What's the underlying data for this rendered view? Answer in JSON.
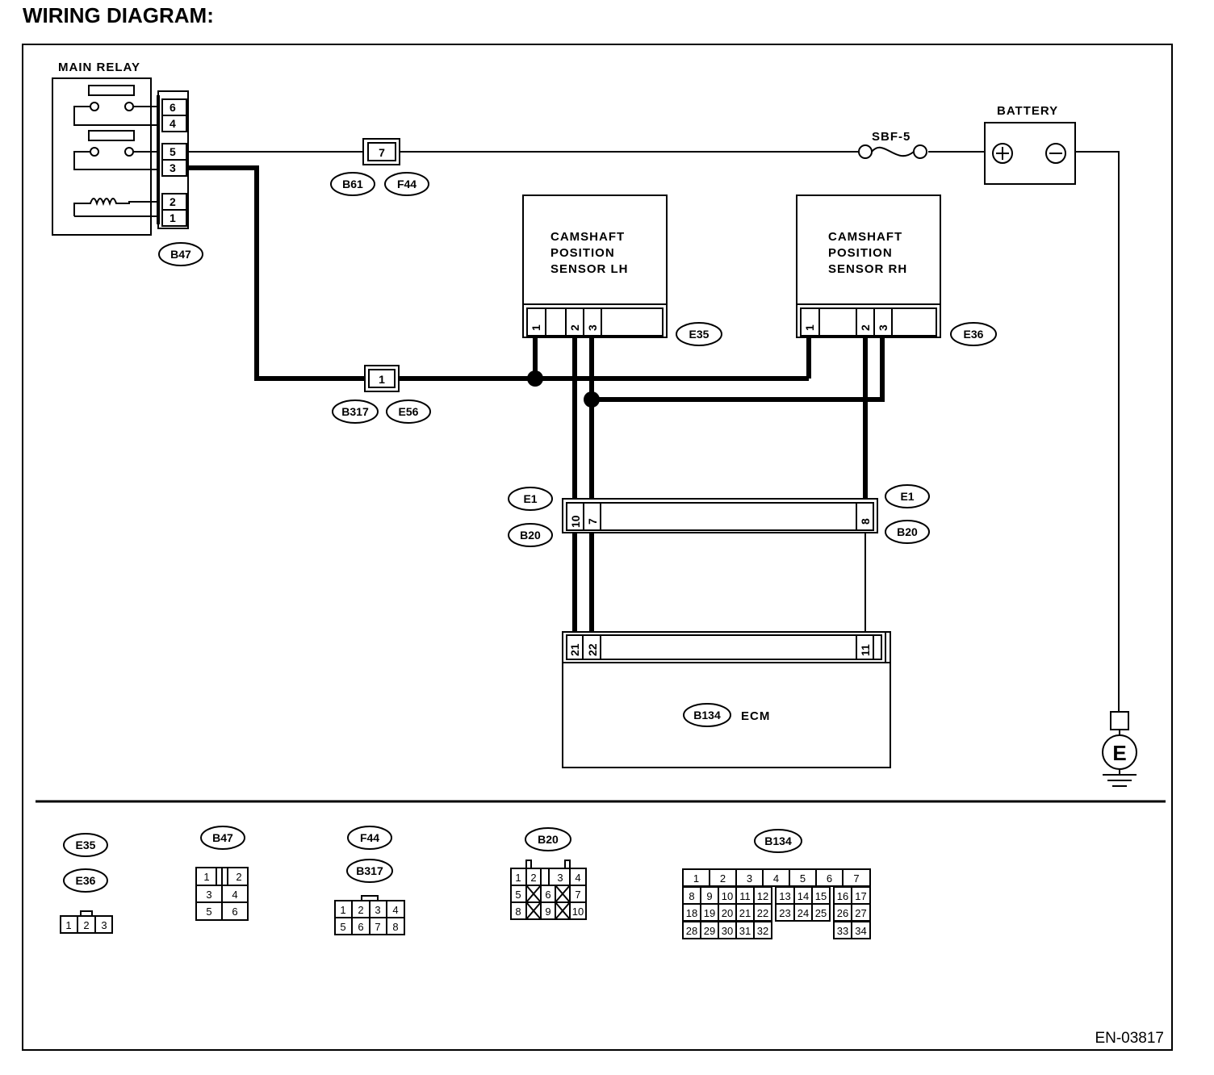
{
  "header": {
    "title": "WIRING DIAGRAM:"
  },
  "components": {
    "main_relay": "MAIN RELAY",
    "battery": "BATTERY",
    "fuse": "SBF-5",
    "cam_lh": [
      "CAMSHAFT",
      "POSITION",
      "SENSOR LH"
    ],
    "cam_rh": [
      "CAMSHAFT",
      "POSITION",
      "SENSOR RH"
    ],
    "ecm": "ECM",
    "ground": "E"
  },
  "relay_pins": [
    "6",
    "4",
    "5",
    "3",
    "2",
    "1"
  ],
  "connectors": {
    "b47": "B47",
    "b61": "B61",
    "f44": "F44",
    "b317": "B317",
    "e56": "E56",
    "e35": "E35",
    "e36": "E36",
    "e1": "E1",
    "b20": "B20",
    "b134": "B134"
  },
  "inline_pins": {
    "b61_f44": "7",
    "b317_e56": "1"
  },
  "sensor_pins": [
    "1",
    "2",
    "3"
  ],
  "e1_pins": {
    "left_a": "10",
    "left_b": "7",
    "right": "8"
  },
  "ecm_pins": {
    "left_a": "21",
    "left_b": "22",
    "right": "11"
  },
  "legend": {
    "e35_e36_grid": [
      [
        "1",
        "2",
        "3"
      ]
    ],
    "b47_grid": [
      [
        "1",
        "",
        "2"
      ],
      [
        "3",
        "4"
      ],
      [
        "5",
        "6"
      ]
    ],
    "f44_grid": [
      [
        "1",
        "2",
        "3",
        "4"
      ],
      [
        "5",
        "6",
        "7",
        "8"
      ]
    ],
    "b20_grid": [
      [
        "1",
        "2",
        "3",
        "4"
      ],
      [
        "5",
        "6",
        "7"
      ],
      [
        "8",
        "9",
        "10"
      ]
    ],
    "b134_grid": [
      [
        "1",
        "2",
        "3",
        "4",
        "5",
        "6",
        "7"
      ],
      [
        "8",
        "9",
        "10",
        "11",
        "12",
        "13",
        "14",
        "15",
        "16",
        "17"
      ],
      [
        "18",
        "19",
        "20",
        "21",
        "22",
        "23",
        "24",
        "25",
        "26",
        "27"
      ],
      [
        "28",
        "29",
        "30",
        "31",
        "32",
        "33",
        "34"
      ]
    ]
  },
  "footer": {
    "code": "EN-03817"
  }
}
